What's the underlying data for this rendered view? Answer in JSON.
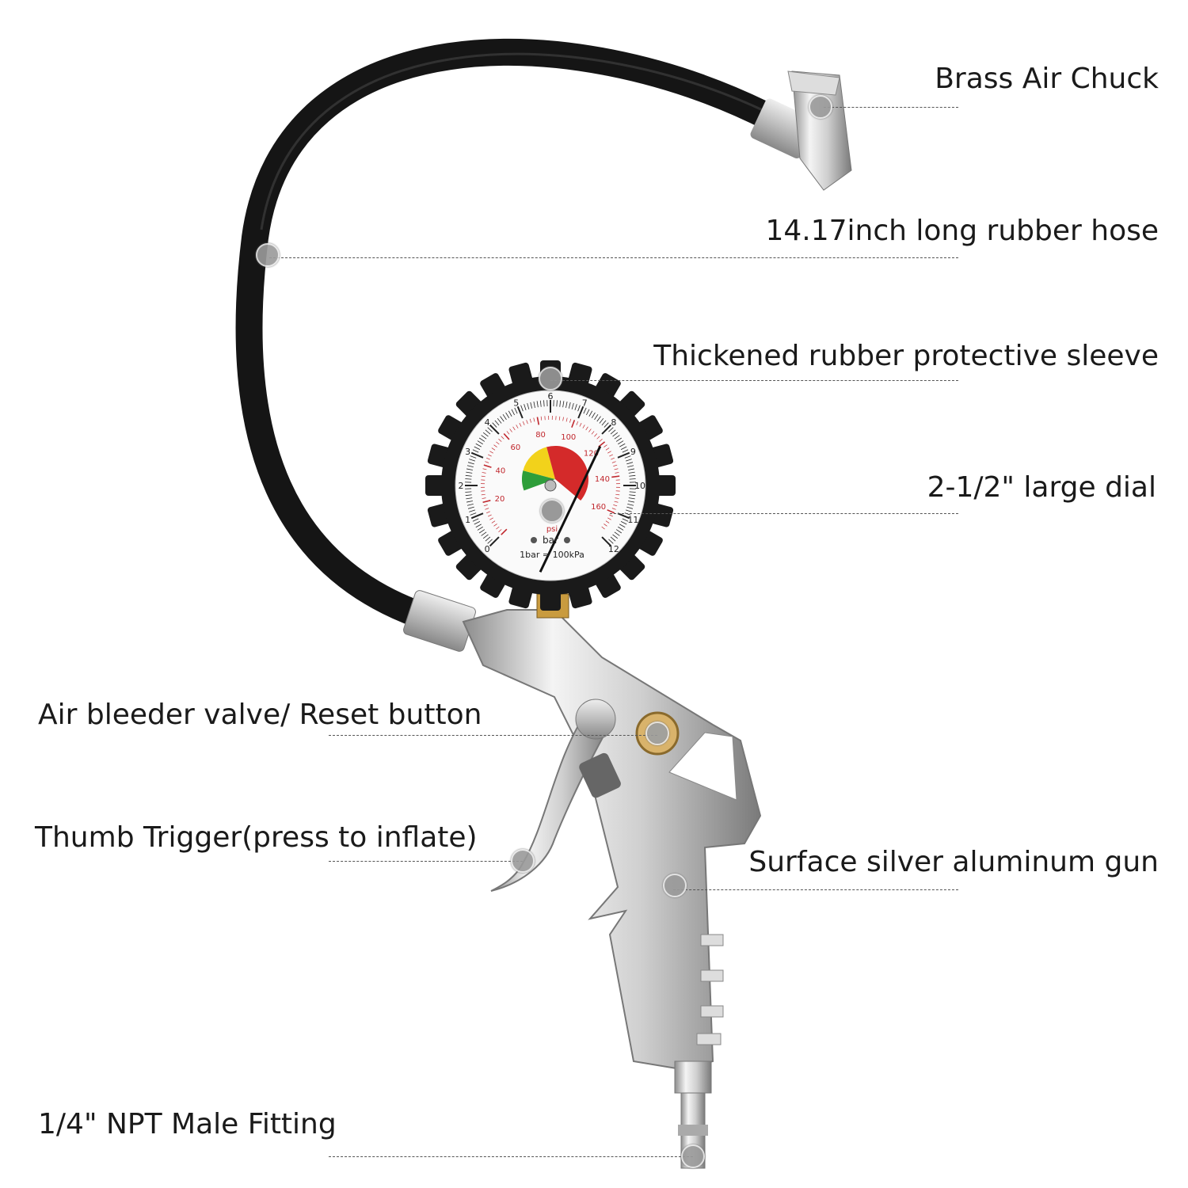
{
  "labels": {
    "chuck": "Brass Air Chuck",
    "hose": "14.17inch long rubber hose",
    "sleeve": "Thickened rubber protective sleeve",
    "dial": "2-1/2\" large dial",
    "bleeder": "Air bleeder valve/ Reset button",
    "trigger": "Thumb Trigger(press to inflate)",
    "gun": "Surface silver aluminum gun",
    "fitting": "1/4\" NPT Male Fitting"
  },
  "gauge": {
    "bar_ticks": [
      "0",
      "1",
      "2",
      "3",
      "4",
      "5",
      "6",
      "7",
      "8",
      "9",
      "10",
      "11",
      "12"
    ],
    "psi_ticks": [
      "20",
      "40",
      "60",
      "80",
      "100",
      "120",
      "140",
      "160"
    ],
    "unit_psi": "psi",
    "unit_bar": "bar",
    "conversion": "1bar = 100kPa",
    "reading_bar": 8.3,
    "colors": {
      "green": "#2e9e3a",
      "yellow": "#f2d21b",
      "red": "#d42a2a",
      "scale_red": "#c0272d"
    }
  }
}
